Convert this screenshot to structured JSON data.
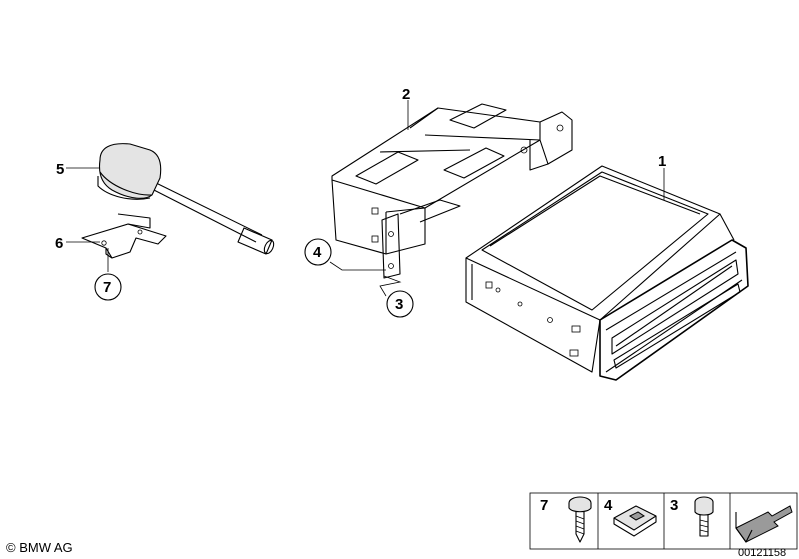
{
  "callouts": {
    "c1": "1",
    "c2": "2",
    "c3": "3",
    "c4": "4",
    "c5": "5",
    "c6": "6",
    "c7": "7"
  },
  "legend": {
    "items": [
      "7",
      "4",
      "3"
    ]
  },
  "footer": {
    "copyright": "© BMW AG",
    "diagram_number": "00121158"
  },
  "icons": [
    "screw-icon",
    "clip-nut-icon",
    "bolt-icon",
    "arrow-icon"
  ]
}
